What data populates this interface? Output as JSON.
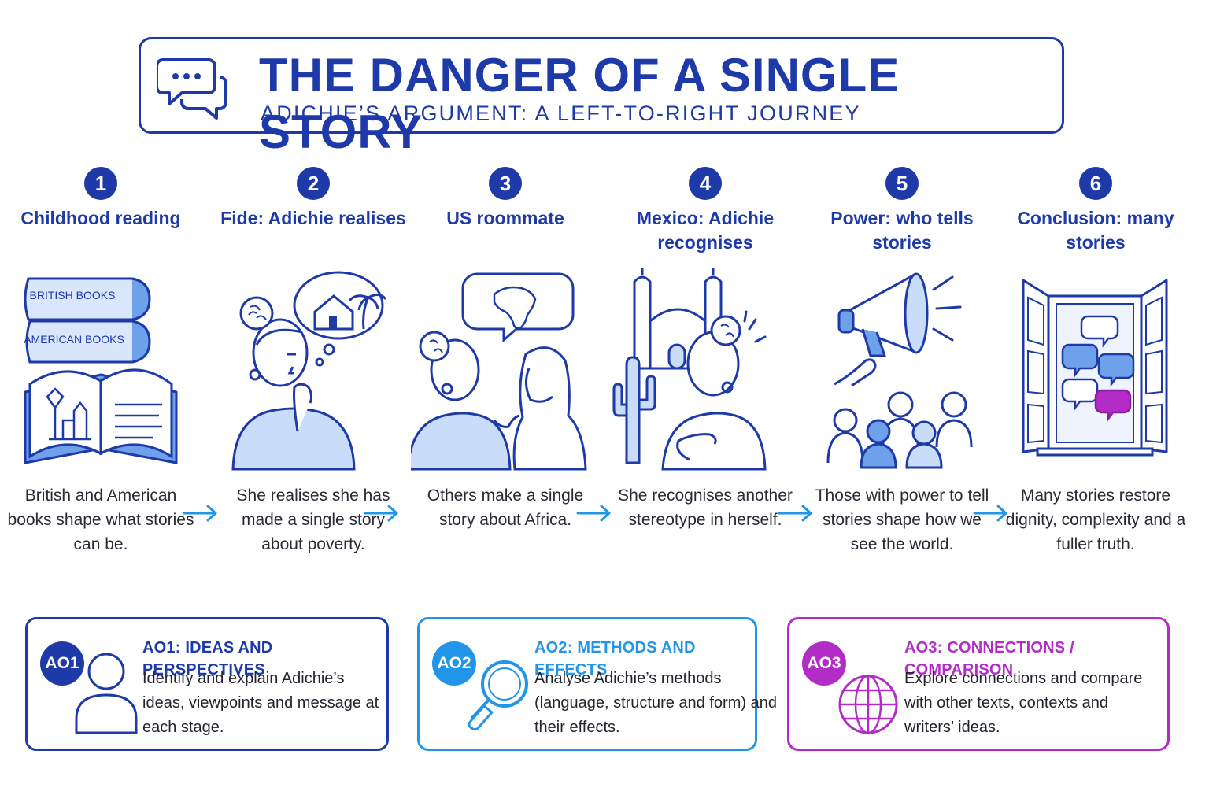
{
  "header": {
    "title": "THE DANGER OF A SINGLE STORY",
    "subtitle": "ADICHIE’S ARGUMENT: A LEFT-TO-RIGHT JOURNEY",
    "icon": "speech-bubbles-icon"
  },
  "steps": [
    {
      "number": "1",
      "title": "Childhood reading",
      "caption": "British and American books shape what stories can be.",
      "book_top_label": "BRITISH BOOKS",
      "book_bottom_label": "AMERICAN BOOKS"
    },
    {
      "number": "2",
      "title": "Fide: Adichie realises",
      "caption": "She realises she has made a single story about poverty."
    },
    {
      "number": "3",
      "title": "US roommate",
      "caption": "Others make a single story about Africa."
    },
    {
      "number": "4",
      "title": "Mexico: Adichie recognises",
      "caption": "She recognises another stereotype in herself."
    },
    {
      "number": "5",
      "title": "Power: who tells stories",
      "caption": "Those with power to tell stories shape how we see the world."
    },
    {
      "number": "6",
      "title": "Conclusion: many stories",
      "caption": "Many stories restore dignity, complexity and a fuller truth."
    }
  ],
  "assessment_objectives": [
    {
      "badge": "AO1",
      "title": "AO1: IDEAS AND PERSPECTIVES",
      "body": "Identify and explain Adichie’s ideas, viewpoints and message at each stage.",
      "icon": "person-icon",
      "color": "#1e3aa8"
    },
    {
      "badge": "AO2",
      "title": "AO2: METHODS AND EFFECTS",
      "body": "Analyse Adichie’s methods (language, structure and form) and their effects.",
      "icon": "magnifying-glass-icon",
      "color": "#2196e8"
    },
    {
      "badge": "AO3",
      "title": "AO3: CONNECTIONS / COMPARISON",
      "body": "Explore connections and compare with other texts, contexts and writers’ ideas.",
      "icon": "globe-icon",
      "color": "#b32cc8"
    }
  ],
  "colors": {
    "primary": "#1e3aa8",
    "accent_blue": "#2196e8",
    "accent_purple": "#b32cc8",
    "fill_light": "#c9dcfa",
    "fill_mid": "#6fa0ea"
  }
}
